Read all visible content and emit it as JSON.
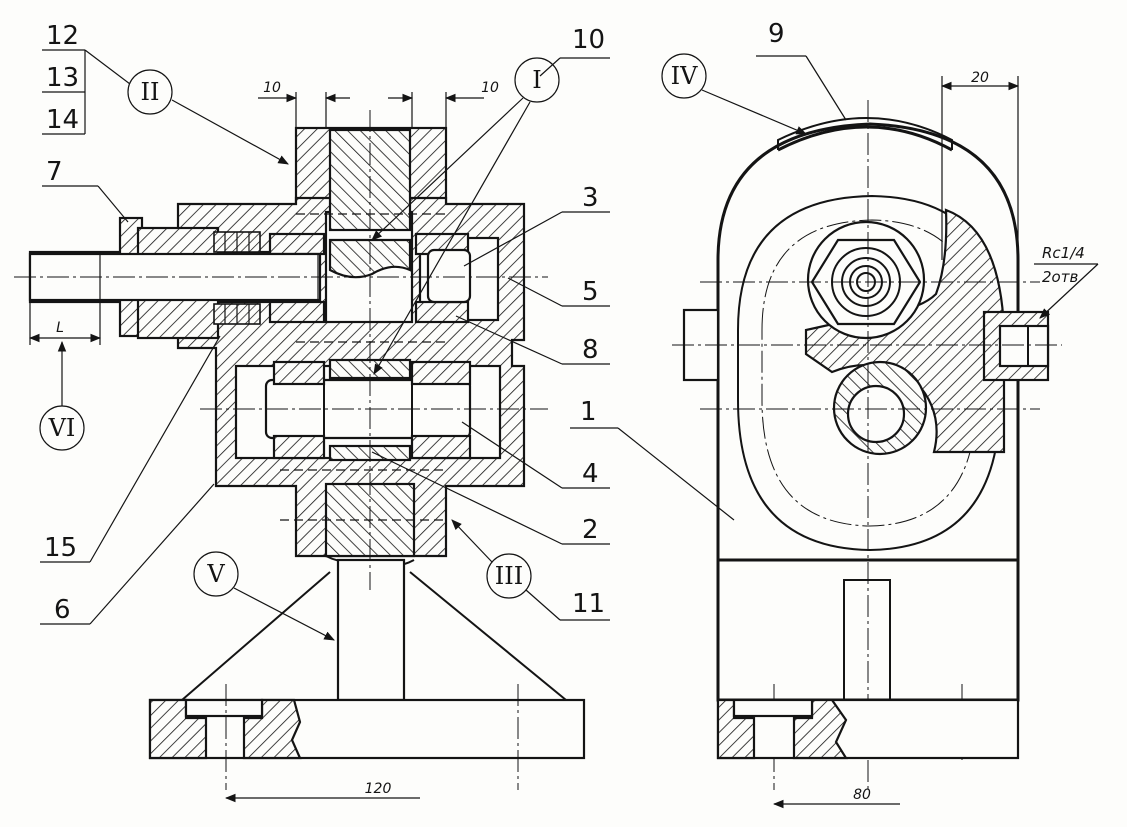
{
  "part_numbers": {
    "p1": "1",
    "p2": "2",
    "p3": "3",
    "p4": "4",
    "p5": "5",
    "p6": "6",
    "p7": "7",
    "p8": "8",
    "p9": "9",
    "p10": "10",
    "p11": "11",
    "p12": "12",
    "p13": "13",
    "p14": "14",
    "p15": "15"
  },
  "callouts": {
    "I": "I",
    "II": "II",
    "III": "III",
    "IV": "IV",
    "V": "V",
    "VI": "VI"
  },
  "dimensions": {
    "left_gap": "10",
    "right_gap": "10",
    "shaft_length": "L",
    "base_span_left": "120",
    "top_right": "20",
    "base_span_right": "80",
    "thread_note": "Rc1/4",
    "thread_count": "2отв"
  }
}
